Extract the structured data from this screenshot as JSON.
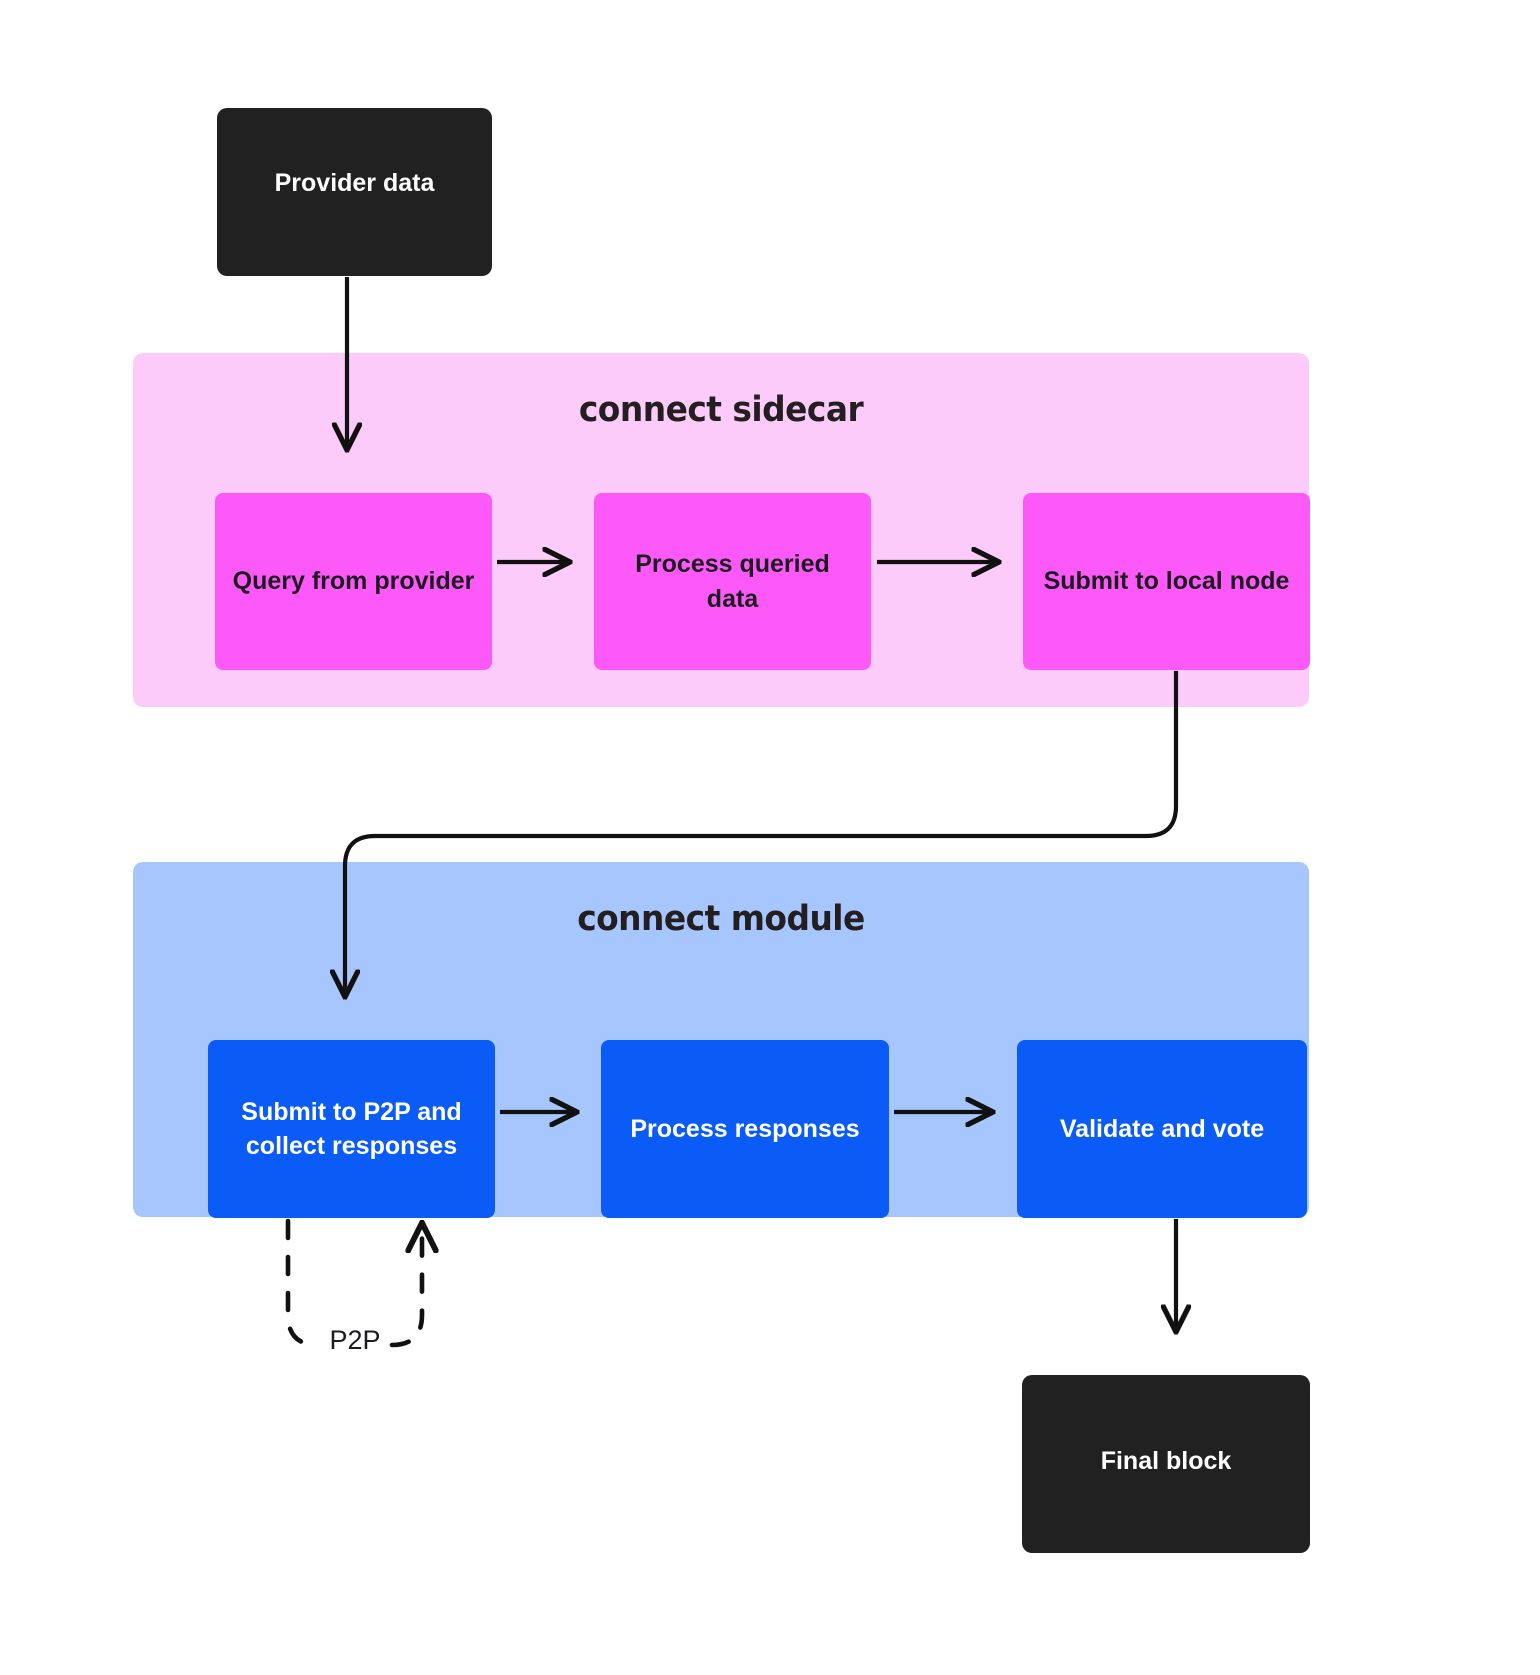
{
  "diagram": {
    "title": "connect sidecar / connect module data flow",
    "background": "#ffffff",
    "colors": {
      "band_sidecar": "#FCCBF9",
      "band_module": "#A6C6FD",
      "node_magenta": "#FD59F9",
      "node_blue": "#0B5CF6",
      "node_black": "#212121",
      "edge": "#111111",
      "text_dark": "#1C1B1F",
      "text_light": "#ffffff"
    }
  },
  "groups": {
    "sidecar": {
      "title": "connect sidecar"
    },
    "module": {
      "title": "connect module"
    }
  },
  "nodes": {
    "provider_data": {
      "label": "Provider data"
    },
    "query_provider": {
      "label": "Query from provider"
    },
    "process_queried": {
      "label": "Process queried data"
    },
    "submit_local": {
      "label": "Submit to local node"
    },
    "submit_p2p": {
      "label": "Submit to P2P and collect responses"
    },
    "process_responses": {
      "label": "Process responses"
    },
    "validate_vote": {
      "label": "Validate and vote"
    },
    "final_block": {
      "label": "Final block"
    }
  },
  "edges": {
    "p2p_loop_label": "P2P"
  }
}
